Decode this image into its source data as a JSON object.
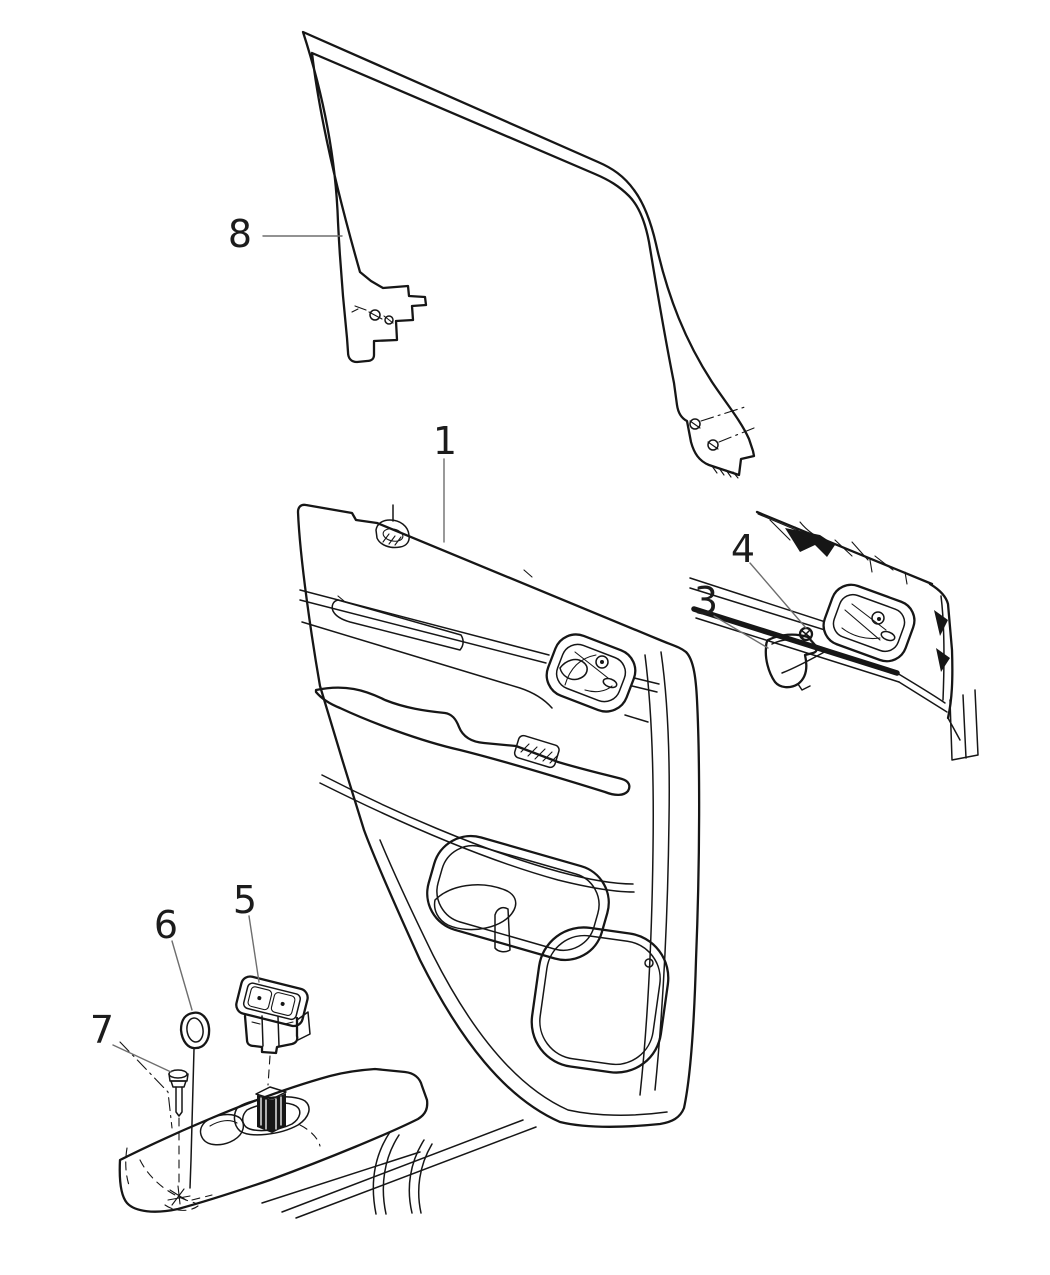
{
  "page": {
    "background_color": "#ffffff",
    "line_color": "#161616",
    "leader_line_color": "#6e6e6e"
  },
  "diagram": {
    "callouts": [
      {
        "label": "1"
      },
      {
        "label": "3"
      },
      {
        "label": "4"
      },
      {
        "label": "5"
      },
      {
        "label": "6"
      },
      {
        "label": "7"
      },
      {
        "label": "8"
      }
    ]
  }
}
